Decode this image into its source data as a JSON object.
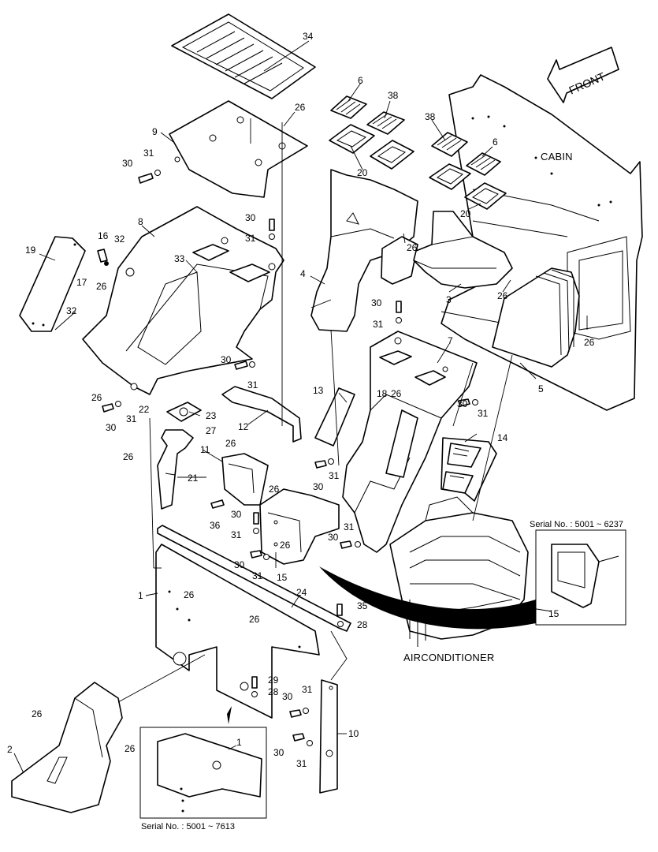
{
  "labels": {
    "front": "FRONT",
    "cabin": "CABIN",
    "airconditioner": "AIRCONDITIONER",
    "inset_top_serial": "Serial No. : 5001 ~ 6237",
    "inset_bottom_serial": "Serial No. : 5001 ~ 7613"
  },
  "callouts": {
    "c34": "34",
    "c26a": "26",
    "c9": "9",
    "c31a": "31",
    "c30a": "30",
    "c6a": "6",
    "c38a": "38",
    "c38b": "38",
    "c6b": "6",
    "c20a": "20",
    "c20b": "20",
    "c8": "8",
    "c30b": "30",
    "c31b": "31",
    "c16": "16",
    "c32a": "32",
    "c19": "19",
    "c33": "33",
    "c17": "17",
    "c26b": "26",
    "c32b": "32",
    "c4": "4",
    "c26c": "26",
    "c3": "3",
    "c26d": "26",
    "c30c": "30",
    "c31c": "31",
    "c26e": "26",
    "c5": "5",
    "c7": "7",
    "c30d": "30",
    "c31d": "31",
    "c26f": "26",
    "c22": "22",
    "c30e": "30",
    "c31e": "31",
    "c23": "23",
    "c27": "27",
    "c12": "12",
    "c13": "13",
    "c18": "18",
    "c26g": "26",
    "c30f": "30",
    "c31f": "31",
    "c14": "14",
    "c26h": "26",
    "c26i": "26",
    "c21": "21",
    "c11": "11",
    "c30g": "30",
    "c31g": "31",
    "c26j": "26",
    "c36": "36",
    "c30h": "30",
    "c31h": "31",
    "c30i": "30",
    "c31i": "31",
    "c26k": "26",
    "c30j": "30",
    "c31j": "31",
    "c15a": "15",
    "c15b": "15",
    "c1a": "1",
    "c26l": "26",
    "c24": "24",
    "c35": "35",
    "c26m": "26",
    "c28a": "28",
    "c29": "29",
    "c28b": "28",
    "c30k": "30",
    "c31k": "31",
    "c10": "10",
    "c26n": "26",
    "c2": "2",
    "c26o": "26",
    "c1b": "1",
    "c30l": "30",
    "c31l": "31"
  }
}
